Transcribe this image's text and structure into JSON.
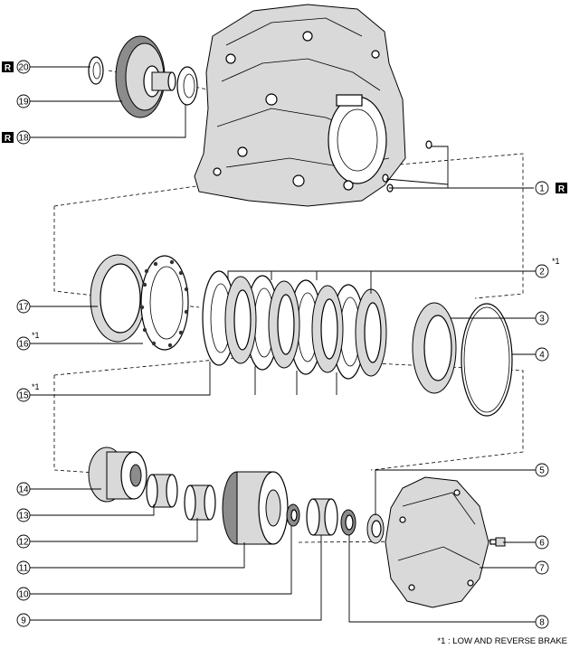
{
  "callouts": {
    "c1": "1",
    "c2": "2",
    "c3": "3",
    "c4": "4",
    "c5": "5",
    "c6": "6",
    "c7": "7",
    "c8": "8",
    "c9": "9",
    "c10": "10",
    "c11": "11",
    "c12": "12",
    "c13": "13",
    "c14": "14",
    "c15": "15",
    "c16": "16",
    "c17": "17",
    "c18": "18",
    "c19": "19",
    "c20": "20"
  },
  "replace_mark": "R",
  "star_mark": "*1",
  "footnote": "*1 : LOW AND REVERSE BRAKE"
}
